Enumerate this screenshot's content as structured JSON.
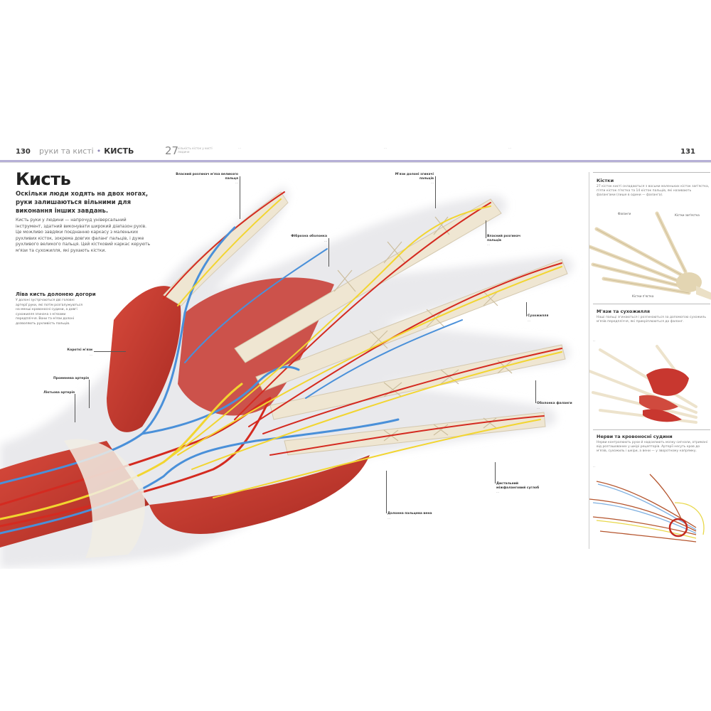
{
  "header": {
    "page_left": "130",
    "section": "руки та кисті",
    "separator": "•",
    "topic": "КИСТЬ",
    "fact_number": "27",
    "fact_text": "кількість кісток у кисті людини",
    "note_1": "…",
    "note_2": "…",
    "note_3": "…",
    "page_right": "131"
  },
  "main": {
    "title": "Кисть",
    "lede": "Оскільки люди ходять на двох ногах, руки залишаються вільними для виконання інших завдань.",
    "body": "Кисть руки у людини — напрочуд універсальний інструмент, здатний виконувати широкий діапазон рухів. Це можливо завдяки поєднанню каркасу з маленьких рухливих кісток, зокрема довгих фаланг пальців, і дуже рухливого великого пальця. Цей кістковий каркас керують м'язи та сухожилля, які рухають кістки.",
    "subsection_title": "Ліва кисть долонею догори",
    "subsection_text": "У долоні зустрічаються дві головні артерії руки, які потім розгалужуються на менші кровоносні судини, а довгі сухожилля згинача з м'язами передпліччя. Вони та м'язи долоні дозволяють рухливість пальців."
  },
  "callouts": [
    {
      "title": "Власний розгинач м'яза великого пальця",
      "text": "…"
    },
    {
      "title": "М'язи долоні згиначі пальців",
      "text": "…"
    },
    {
      "title": "Фіброзна оболонка",
      "text": "…"
    },
    {
      "title": "Власний розгинач пальців",
      "text": "…"
    },
    {
      "title": "Сухожилля",
      "text": "…"
    },
    {
      "title": "Оболонка фаланги",
      "text": "…"
    },
    {
      "title": "Дистальний міжфаланговий суглоб",
      "text": "…"
    },
    {
      "title": "Долонна пальцева вена",
      "text": "…"
    },
    {
      "title": "Короткі м'язи",
      "text": "…"
    },
    {
      "title": "Променева артерія",
      "text": ""
    },
    {
      "title": "Ліктьова артерія",
      "text": ""
    }
  ],
  "sidebar": {
    "sections": [
      {
        "title": "Кістки",
        "text": "27 кісток кисті складаються з восьми маленьких кісток зап'ястка, п'яти кісток п'ястка та 14 кісток пальців, які називають фалангами (лише в одини — фаланга).",
        "labels": [
          "Фаланги",
          "Кістки зап'ястка",
          "Кістки п'ястка"
        ]
      },
      {
        "title": "М'язи та сухожилля",
        "text": "Наші пальці згинаються і розгинаються за допомогою сухожиль м'язів передпліччя, які прикріплюються до фаланг.",
        "labels": [
          "…"
        ]
      },
      {
        "title": "Нерви та кровоносні судини",
        "text": "Нерви контролюють рухи й надсилають мозку сигнали, отримані від розташованих у шкірі рецепторів. Артерії несуть кров до м'язів, сухожиль і шкіри, а вени — у зворотному напрямку.",
        "labels": [
          "…"
        ]
      }
    ]
  },
  "colors": {
    "accent_rule": "#b6b0d6",
    "muscle": "#c8372f",
    "artery": "#d42a20",
    "vein": "#4a90d9",
    "nerve": "#f2d530",
    "tendon": "#efe6d2",
    "bone": "#eadfc4"
  }
}
